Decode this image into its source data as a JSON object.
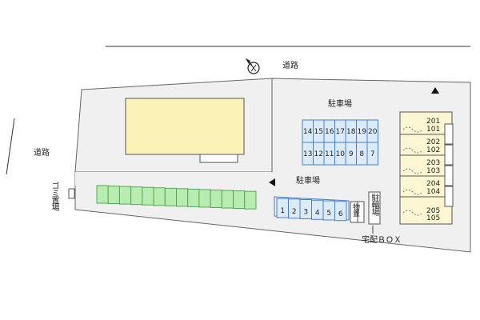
{
  "labels": {
    "road_top": "道路",
    "road_left": "道路",
    "parking_top": "駐車場",
    "parking_bottom": "駐車場",
    "garbage": "ゴミ置場",
    "storage": "物置",
    "bicycle": "駐輪場",
    "delivery_box": "宅配ＢＯＸ"
  },
  "parking_upper": {
    "top_row": [
      "14",
      "15",
      "16",
      "17",
      "18",
      "19",
      "20"
    ],
    "bottom_row": [
      "13",
      "12",
      "11",
      "10",
      "9",
      "8",
      "7"
    ]
  },
  "parking_lower": {
    "row": [
      "1",
      "2",
      "3",
      "4",
      "5",
      "6"
    ]
  },
  "rooms": [
    {
      "upper": "201",
      "lower": "101"
    },
    {
      "upper": "202",
      "lower": "102"
    },
    {
      "upper": "203",
      "lower": "103"
    },
    {
      "upper": "204",
      "lower": "104"
    },
    {
      "upper": "205",
      "lower": "105"
    }
  ],
  "green_strip": {
    "slots": 14
  },
  "colors": {
    "lot": "#f0f0f0",
    "building": "#fbf2b8",
    "parking": "#dcebfb",
    "parking_stroke": "#4a7fc8",
    "green": "#b8ecb0",
    "green_stroke": "#55a855",
    "apartment": "#fcf7d2"
  },
  "icons": [
    "north-compass-icon",
    "entrance-arrow-icon"
  ]
}
